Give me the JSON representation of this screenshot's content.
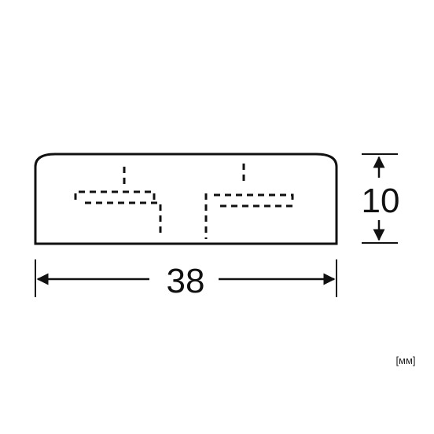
{
  "dimensions": {
    "width_label": "38",
    "height_label": "10",
    "unit_label": "[мм]"
  },
  "colors": {
    "line": "#111111",
    "background": "#ffffff"
  }
}
